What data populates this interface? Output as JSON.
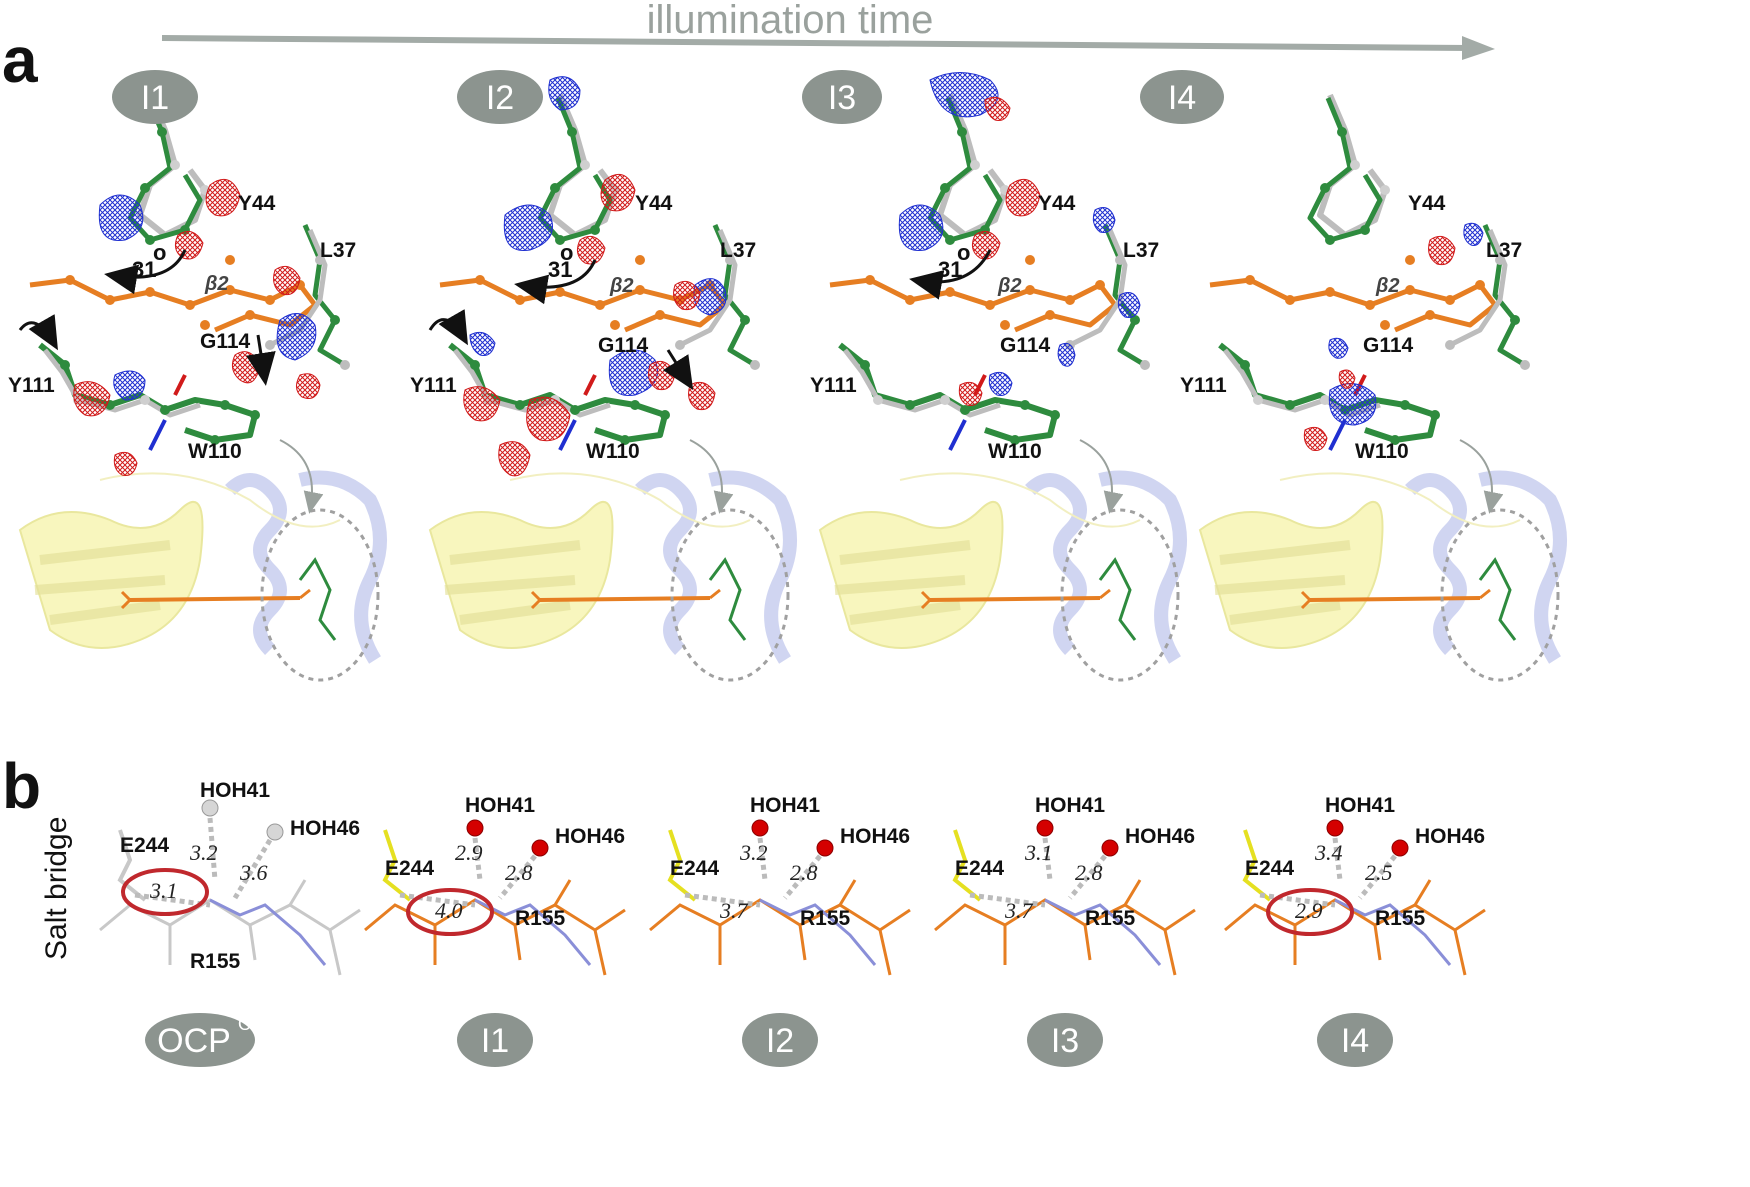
{
  "header": {
    "arrow_label": "illumination time",
    "panel_a": "a",
    "panel_b": "b",
    "side_label": "Salt bridge"
  },
  "panel_a": {
    "states": [
      "I1",
      "I2",
      "I3",
      "I4"
    ],
    "residues": {
      "y44": "Y44",
      "l37": "L37",
      "g114": "G114",
      "y111": "Y111",
      "w110": "W110",
      "beta2": "β2",
      "angle": "31",
      "deg": "o"
    }
  },
  "panel_b": {
    "labels": {
      "hoh41": "HOH41",
      "hoh46": "HOH46",
      "e244": "E244",
      "r155": "R155"
    },
    "states": [
      {
        "name": "OCP",
        "sup": "O",
        "hoh41": "3.2",
        "hoh46": "3.6",
        "bridge": "3.1",
        "circled": true
      },
      {
        "name": "I1",
        "sup": "",
        "hoh41": "2.9",
        "hoh46": "2.8",
        "bridge": "4.0",
        "circled": true
      },
      {
        "name": "I2",
        "sup": "",
        "hoh41": "3.2",
        "hoh46": "2.8",
        "bridge": "3.7",
        "circled": false
      },
      {
        "name": "I3",
        "sup": "",
        "hoh41": "3.1",
        "hoh46": "2.8",
        "bridge": "3.7",
        "circled": false
      },
      {
        "name": "I4",
        "sup": "",
        "hoh41": "3.4",
        "hoh46": "2.5",
        "bridge": "2.9",
        "circled": true
      }
    ]
  },
  "colors": {
    "pill": "#8c948f",
    "arrow": "#a3aba7",
    "carotenoid": "#e67e22",
    "green": "#2e8b3e",
    "mesh_blue": "#1f2fd0",
    "mesh_red": "#d11a1a",
    "circle": "#c0282d",
    "water": "#d40000"
  }
}
